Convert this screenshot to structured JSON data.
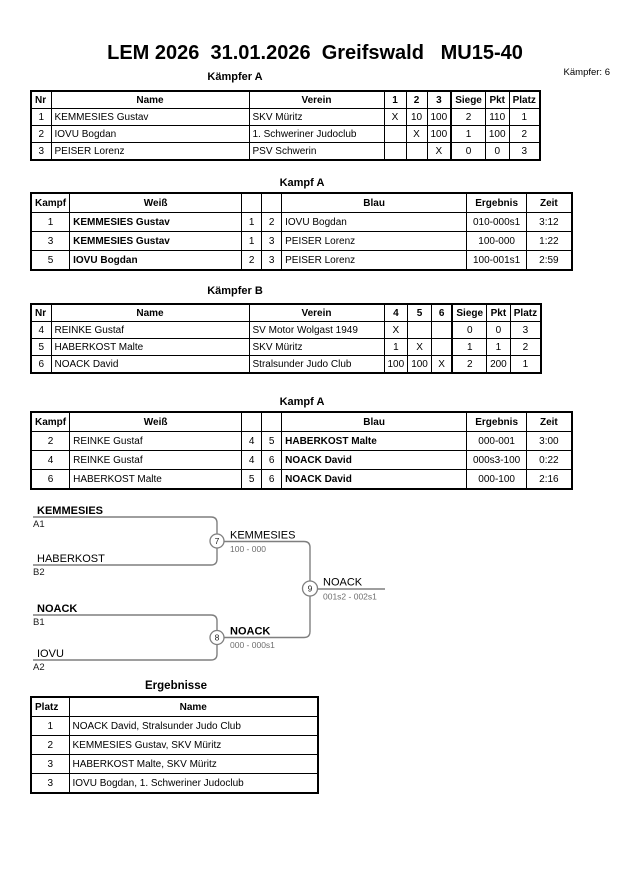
{
  "page": {
    "title": "LEM 2026  31.01.2026  Greifswald   MU15-40",
    "fighter_count": "Kämpfer: 6"
  },
  "colors": {
    "bracket_line": "#7f7f7f",
    "score_text": "#6e6e6e",
    "table_border": "#000000"
  },
  "kaempfer_a": {
    "heading": "Kämpfer A",
    "headers": [
      "Nr",
      "Name",
      "Verein",
      "1",
      "2",
      "3",
      "Siege",
      "Pkt",
      "Platz"
    ],
    "rows": [
      {
        "nr": "1",
        "name": "KEMMESIES Gustav",
        "verein": "SKV Müritz",
        "c1": "X",
        "c2": "10",
        "c3": "100",
        "siege": "2",
        "pkt": "110",
        "platz": "1"
      },
      {
        "nr": "2",
        "name": "IOVU Bogdan",
        "verein": "1. Schweriner Judoclub",
        "c1": "",
        "c2": "X",
        "c3": "100",
        "siege": "1",
        "pkt": "100",
        "platz": "2"
      },
      {
        "nr": "3",
        "name": "PEISER Lorenz",
        "verein": "PSV Schwerin",
        "c1": "",
        "c2": "",
        "c3": "X",
        "siege": "0",
        "pkt": "0",
        "platz": "3"
      }
    ]
  },
  "kampf_a1": {
    "heading": "Kampf A",
    "headers": [
      "Kampf",
      "Weiß",
      "Blau",
      "Ergebnis",
      "Zeit"
    ],
    "rows": [
      {
        "kampf": "1",
        "weiss": "KEMMESIES Gustav",
        "n1": "1",
        "n2": "2",
        "blau": "IOVU Bogdan",
        "ergebnis": "010-000s1",
        "zeit": "3:12"
      },
      {
        "kampf": "3",
        "weiss": "KEMMESIES Gustav",
        "n1": "1",
        "n2": "3",
        "blau": "PEISER Lorenz",
        "ergebnis": "100-000",
        "zeit": "1:22"
      },
      {
        "kampf": "5",
        "weiss": "IOVU Bogdan",
        "n1": "2",
        "n2": "3",
        "blau": "PEISER Lorenz",
        "ergebnis": "100-001s1",
        "zeit": "2:59"
      }
    ]
  },
  "kaempfer_b": {
    "heading": "Kämpfer B",
    "headers": [
      "Nr",
      "Name",
      "Verein",
      "4",
      "5",
      "6",
      "Siege",
      "Pkt",
      "Platz"
    ],
    "rows": [
      {
        "nr": "4",
        "name": "REINKE Gustaf",
        "verein": "SV Motor Wolgast 1949",
        "c1": "X",
        "c2": "",
        "c3": "",
        "siege": "0",
        "pkt": "0",
        "platz": "3"
      },
      {
        "nr": "5",
        "name": "HABERKOST Malte",
        "verein": "SKV Müritz",
        "c1": "1",
        "c2": "X",
        "c3": "",
        "siege": "1",
        "pkt": "1",
        "platz": "2"
      },
      {
        "nr": "6",
        "name": "NOACK David",
        "verein": "Stralsunder Judo Club",
        "c1": "100",
        "c2": "100",
        "c3": "X",
        "siege": "2",
        "pkt": "200",
        "platz": "1"
      }
    ]
  },
  "kampf_a2": {
    "heading": "Kampf A",
    "headers": [
      "Kampf",
      "Weiß",
      "Blau",
      "Ergebnis",
      "Zeit"
    ],
    "rows": [
      {
        "kampf": "2",
        "weiss": "REINKE Gustaf",
        "n1": "4",
        "n2": "5",
        "blau": "HABERKOST Malte",
        "ergebnis": "000-001",
        "zeit": "3:00"
      },
      {
        "kampf": "4",
        "weiss": "REINKE Gustaf",
        "n1": "4",
        "n2": "6",
        "blau": "NOACK David",
        "ergebnis": "000s3-100",
        "zeit": "0:22"
      },
      {
        "kampf": "6",
        "weiss": "HABERKOST Malte",
        "n1": "5",
        "n2": "6",
        "blau": "NOACK David",
        "ergebnis": "000-100",
        "zeit": "2:16"
      }
    ]
  },
  "bracket": {
    "slot_a1": {
      "name": "KEMMESIES",
      "seed": "A1"
    },
    "slot_b2": {
      "name": "HABERKOST",
      "seed": "B2"
    },
    "slot_b1": {
      "name": "NOACK",
      "seed": "B1"
    },
    "slot_a2": {
      "name": "IOVU",
      "seed": "A2"
    },
    "semi1": {
      "number": "7",
      "winner": "KEMMESIES",
      "score": "100 - 000"
    },
    "semi2": {
      "number": "8",
      "winner": "NOACK",
      "score": "000 - 000s1"
    },
    "final": {
      "number": "9",
      "winner": "NOACK",
      "score": "001s2 - 002s1"
    }
  },
  "ergebnisse": {
    "heading": "Ergebnisse",
    "headers": [
      "Platz",
      "Name"
    ],
    "rows": [
      {
        "platz": "1",
        "name": "NOACK David, Stralsunder Judo Club"
      },
      {
        "platz": "2",
        "name": "KEMMESIES Gustav, SKV Müritz"
      },
      {
        "platz": "3",
        "name": "HABERKOST Malte, SKV Müritz"
      },
      {
        "platz": "3",
        "name": "IOVU Bogdan, 1. Schweriner Judoclub"
      }
    ]
  }
}
